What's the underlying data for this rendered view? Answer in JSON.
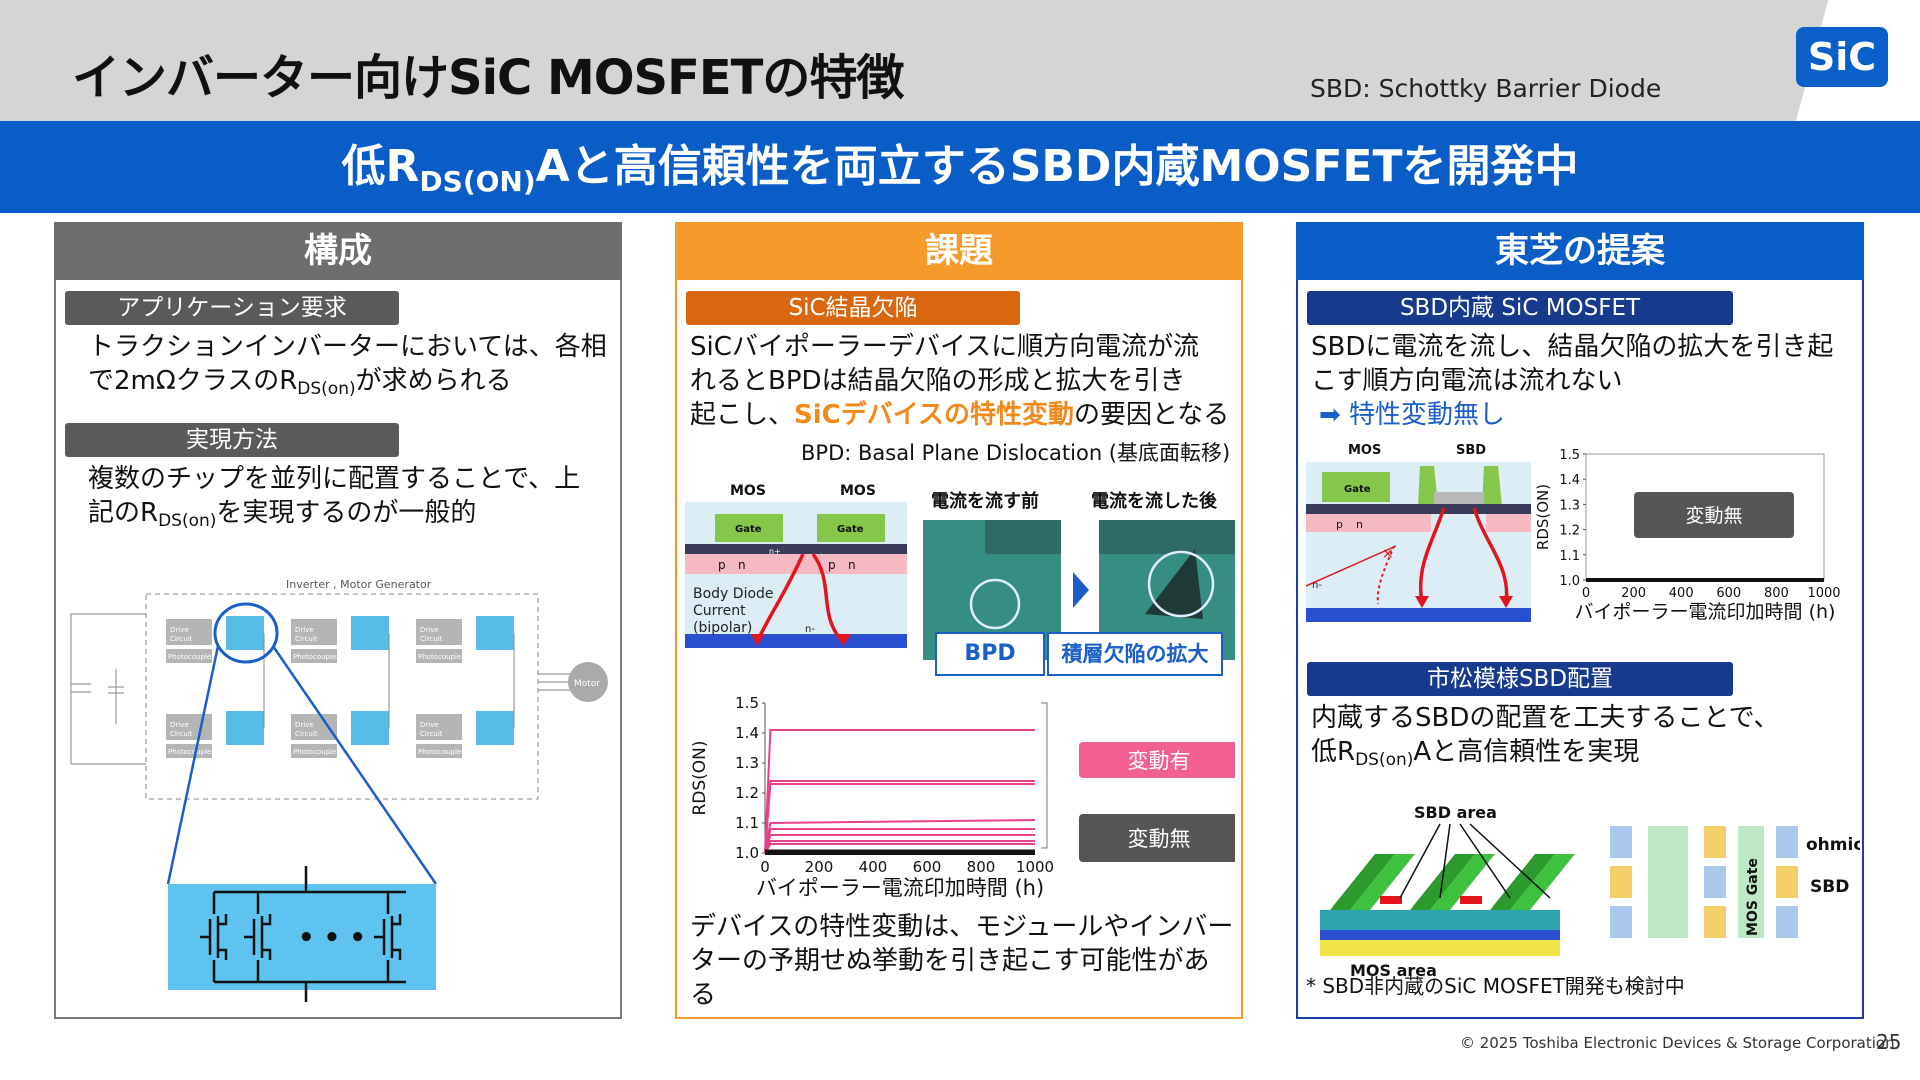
{
  "header": {
    "title": "インバーター向けSiC MOSFETの特徴",
    "abbrev_note": "SBD: Schottky Barrier Diode",
    "badge": "SiC"
  },
  "banner": {
    "pre": "低R",
    "sub": "DS(ON)",
    "post": "Aと高信頼性を両立するSBD内蔵MOSFETを開発中"
  },
  "panels": {
    "composition": {
      "title": "構成",
      "app_tag": "アプリケーション要求",
      "app_text_1": "トラクションインバーターにおいては、各相",
      "app_text_2a": "で2mΩクラスのR",
      "app_text_2sub": "DS(on)",
      "app_text_2b": "が求められる",
      "method_tag": "実現方法",
      "method_text_1": "複数のチップを並列に配置することで、上",
      "method_text_2a": "記のR",
      "method_text_2sub": "DS(on)",
      "method_text_2b": "を実現するのが一般的",
      "diagram": {
        "title": "Inverter , Motor Generator",
        "drive_label_1": "Drive",
        "drive_label_2": "Circuit",
        "photo_label": "Photocoupler",
        "motor_label": "Motor",
        "ellipsis": "• • •"
      }
    },
    "issue": {
      "title": "課題",
      "tag": "SiC結晶欠陥",
      "text_1": "SiCバイポーラーデバイスに順方向電流が流",
      "text_2": "れるとBPDは結晶欠陥の形成と拡大を引き",
      "text_3a": "起こし、",
      "text_3b": "SiCデバイスの特性変動",
      "text_3c": "の要因となる",
      "bpd_note": "BPD: Basal Plane Dislocation (基底面転移)",
      "mos_label": "MOS",
      "gate_label": "Gate",
      "p_label": "p",
      "n_label": "n",
      "np_label": "n+",
      "body_diode_1": "Body Diode",
      "body_diode_2": "Current",
      "body_diode_3": "(bipolar)",
      "nminus": "n-",
      "before_label": "電流を流す前",
      "after_label": "電流を流した後",
      "bpd_box": "BPD",
      "stack_box": "積層欠陥の拡大",
      "bottom_text_1": "デバイスの特性変動は、モジュールやインバー",
      "bottom_text_2": "ターの予期せぬ挙動を引き起こす可能性があ",
      "bottom_text_3": "る"
    },
    "proposal": {
      "title": "東芝の提案",
      "tag1": "SBD内蔵 SiC MOSFET",
      "text1_1": "SBDに電流を流し、結晶欠陥の拡大を引き起",
      "text1_2": "こす順方向電流は流れない",
      "arrow_text": "➡ 特性変動無し",
      "mos_label": "MOS",
      "sbd_label": "SBD",
      "tag2": "市松模様SBD配置",
      "text2_1": "内蔵するSBDの配置を工夫することで、",
      "text2_2a": "低R",
      "text2_2sub": "DS(on)",
      "text2_2b": "Aと高信頼性を実現",
      "sbd_area": "SBD area",
      "mos_area": "MOS area",
      "mos_gate": "MOS Gate",
      "ohmic": "ohmic",
      "sbd_legend": "SBD",
      "footnote": "* SBD非内蔵のSiC MOSFET開発も検討中"
    }
  },
  "chart_data": [
    {
      "type": "line",
      "ylabel": "RDS(ON)",
      "xlabel": "バイポーラー電流印加時間 (h)",
      "x_ticks": [
        0,
        200,
        400,
        600,
        800,
        1000
      ],
      "y_ticks": [
        1.0,
        1.1,
        1.2,
        1.3,
        1.4,
        1.5
      ],
      "xlim": [
        0,
        1000
      ],
      "ylim": [
        1.0,
        1.5
      ],
      "series": [
        {
          "x": [
            0,
            20,
            1000
          ],
          "y": [
            1.0,
            1.41,
            1.41
          ]
        },
        {
          "x": [
            0,
            20,
            1000
          ],
          "y": [
            1.0,
            1.24,
            1.24
          ]
        },
        {
          "x": [
            0,
            20,
            1000
          ],
          "y": [
            1.0,
            1.23,
            1.23
          ]
        },
        {
          "x": [
            0,
            20,
            1000
          ],
          "y": [
            1.0,
            1.1,
            1.11
          ]
        },
        {
          "x": [
            0,
            20,
            1000
          ],
          "y": [
            1.0,
            1.08,
            1.08
          ]
        },
        {
          "x": [
            0,
            20,
            1000
          ],
          "y": [
            1.0,
            1.06,
            1.06
          ]
        },
        {
          "x": [
            0,
            20,
            1000
          ],
          "y": [
            1.0,
            1.04,
            1.04
          ]
        },
        {
          "x": [
            0,
            20,
            1000
          ],
          "y": [
            1.0,
            1.03,
            1.03
          ]
        },
        {
          "x": [
            0,
            1000
          ],
          "y": [
            1.005,
            1.005
          ]
        },
        {
          "x": [
            0,
            1000
          ],
          "y": [
            1.0,
            1.0
          ]
        }
      ],
      "annotations": [
        "変動有",
        "変動無"
      ],
      "colors": {
        "changed": "#e8408a",
        "unchanged": "#111111"
      }
    },
    {
      "type": "line",
      "ylabel": "RDS(ON)",
      "xlabel": "バイポーラー電流印加時間 (h)",
      "x_ticks": [
        0,
        200,
        400,
        600,
        800,
        1000
      ],
      "y_ticks": [
        1.0,
        1.1,
        1.2,
        1.3,
        1.4,
        1.5
      ],
      "xlim": [
        0,
        1000
      ],
      "ylim": [
        1.0,
        1.5
      ],
      "series": [
        {
          "x": [
            0,
            1000
          ],
          "y": [
            1.0,
            1.0
          ]
        }
      ],
      "annotations": [
        "変動無"
      ]
    }
  ]
}
